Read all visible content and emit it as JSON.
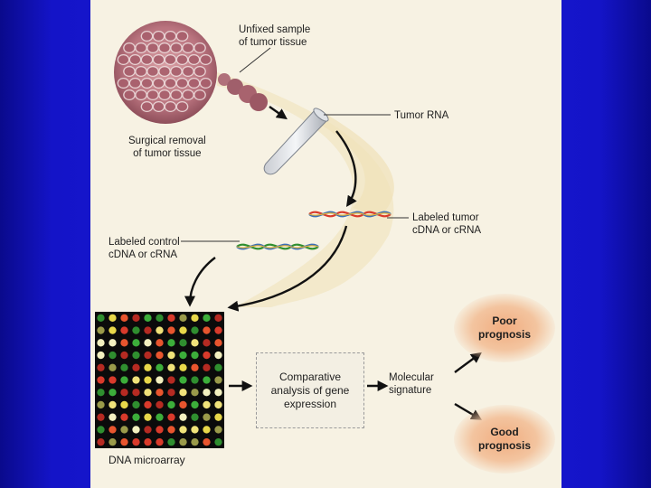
{
  "labels": {
    "unfixed_sample": [
      "Unfixed sample",
      "of tumor tissue"
    ],
    "surgical_removal": [
      "Surgical removal",
      "of tumor tissue"
    ],
    "tumor_rna": "Tumor RNA",
    "labeled_tumor": [
      "Labeled tumor",
      "cDNA or cRNA"
    ],
    "labeled_control": [
      "Labeled control",
      "cDNA or cRNA"
    ],
    "comparative": [
      "Comparative",
      "analysis of gene",
      "expression"
    ],
    "molecular_signature": [
      "Molecular",
      "signature"
    ],
    "poor_prognosis": [
      "Poor",
      "prognosis"
    ],
    "good_prognosis": [
      "Good",
      "prognosis"
    ],
    "dna_microarray": "DNA microarray"
  },
  "colors": {
    "background": "#1c1cd8",
    "panel": "#f7f2e3",
    "tissue": "#b9737e",
    "microarray_bg": "#0b0b0b",
    "dot_palette": [
      "#d93a2b",
      "#e8552e",
      "#b52a22",
      "#3cae3a",
      "#2f8e2f",
      "#e8d84a",
      "#f0e27a",
      "#9a9a4a",
      "#f3f0c0"
    ],
    "outcome_glow": "#f1ad80"
  },
  "microarray": {
    "rows": 11,
    "cols": 11
  }
}
